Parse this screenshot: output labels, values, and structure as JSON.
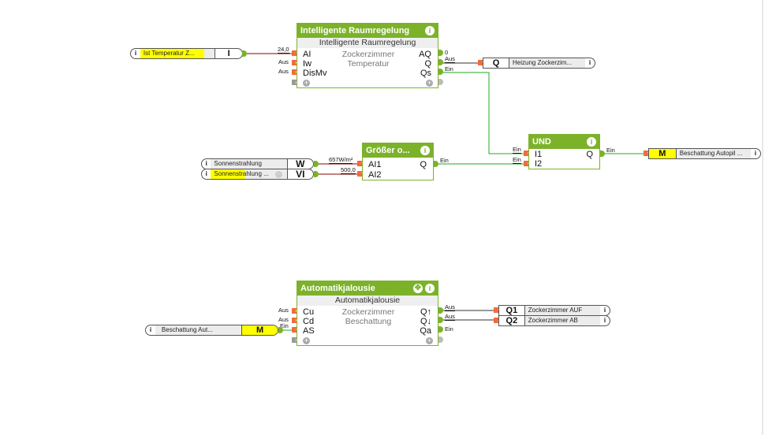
{
  "colors": {
    "block_green": "#7cb22a",
    "input_port": "#f26b3a",
    "wire_green": "#22aa22",
    "wire_red": "#8b0000",
    "wire_dark": "#333333",
    "highlight_yellow": "#ffff00"
  },
  "blocks": {
    "raumregelung": {
      "title": "Intelligente Raumregelung",
      "subtitle": "Intelligente Raumregelung",
      "desc_line1": "Zockerzimmer",
      "desc_line2": "Temperatur",
      "inputs": [
        {
          "name": "AI",
          "value": "24,0"
        },
        {
          "name": "Iw",
          "value": "Aus"
        },
        {
          "name": "DisMv",
          "value": "Aus"
        }
      ],
      "outputs": [
        {
          "name": "AQ",
          "value": "0"
        },
        {
          "name": "Q",
          "value": "Aus"
        },
        {
          "name": "Qs",
          "value": "Ein"
        }
      ],
      "info_icon": "i",
      "add_icon": "+"
    },
    "groesser": {
      "title": "Größer o...",
      "inputs": [
        {
          "name": "AI1",
          "value": "657W/m²"
        },
        {
          "name": "AI2",
          "value": "500,0"
        }
      ],
      "outputs": [
        {
          "name": "Q",
          "value": "Ein"
        }
      ],
      "info_icon": "i"
    },
    "und": {
      "title": "UND",
      "inputs": [
        {
          "name": "I1",
          "value": "Ein"
        },
        {
          "name": "I2",
          "value": "Ein"
        }
      ],
      "outputs": [
        {
          "name": "Q",
          "value": "Ein"
        }
      ],
      "info_icon": "i"
    },
    "jalousie": {
      "title": "Automatikjalousie",
      "subtitle": "Automatikjalousie",
      "desc_line1": "Zockerzimmer",
      "desc_line2": "Beschattung",
      "inputs": [
        {
          "name": "Cu",
          "value": "Aus"
        },
        {
          "name": "Cd",
          "value": "Aus"
        },
        {
          "name": "AS",
          "value": "Ein"
        }
      ],
      "outputs": [
        {
          "name": "Q↑",
          "value": "Aus"
        },
        {
          "name": "Q↓",
          "value": "Aus"
        },
        {
          "name": "Qa",
          "value": "Ein"
        }
      ],
      "info_icon": "i",
      "move_icon": "✥",
      "add_icon": "+"
    }
  },
  "inputs_ext": {
    "ist_temp": {
      "name": "Ist Temperatur Z...",
      "tag": "I",
      "info": "i"
    },
    "sonne_w": {
      "name": "Sonnenstrahlung",
      "tag": "W",
      "info": "i"
    },
    "sonne_vi": {
      "name": "Sonnenstrahlung ...",
      "tag": "VI",
      "info": "i",
      "more": "···"
    },
    "beschattung_m": {
      "name": "Beschattung Aut...",
      "tag": "M",
      "info": "i"
    }
  },
  "outputs_ext": {
    "heizung": {
      "tag": "Q",
      "name": "Heizung Zockerzim...",
      "info": "i"
    },
    "beschattung_auto": {
      "tag": "M",
      "name": "Beschattung Autopil ...",
      "info": "i"
    },
    "q1": {
      "tag": "Q1",
      "name": "Zockerzimmer AUF",
      "info": "i"
    },
    "q2": {
      "tag": "Q2",
      "name": "Zockerzimmer AB",
      "info": "i"
    }
  }
}
